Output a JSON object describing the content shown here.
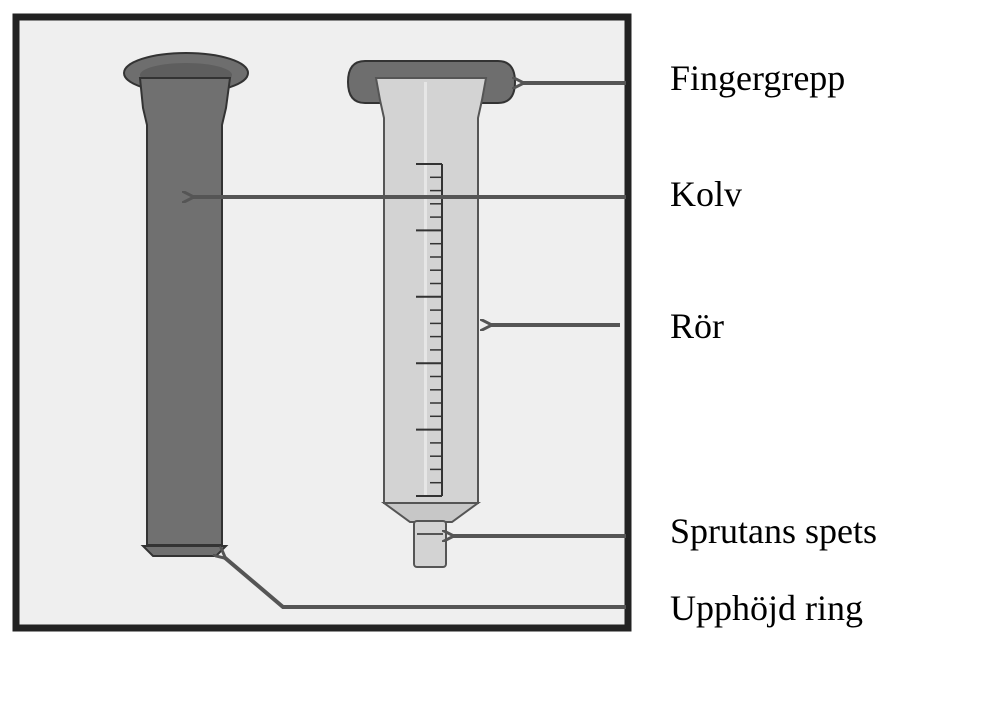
{
  "labels": {
    "finger_grip": "Fingergrepp",
    "plunger": "Kolv",
    "barrel": "Rör",
    "syringe_tip": "Sprutans spets",
    "raised_ring": "Upphöjd ring"
  },
  "colors": {
    "frame": "#222222",
    "panel": "#efefef",
    "plunger": "#6e6e6e",
    "barrel": "#d0d0d0",
    "arrow": "#555555",
    "scale": "#333333"
  },
  "icons": {
    "plunger": "syringe-plunger-icon",
    "barrel": "syringe-barrel-icon"
  }
}
